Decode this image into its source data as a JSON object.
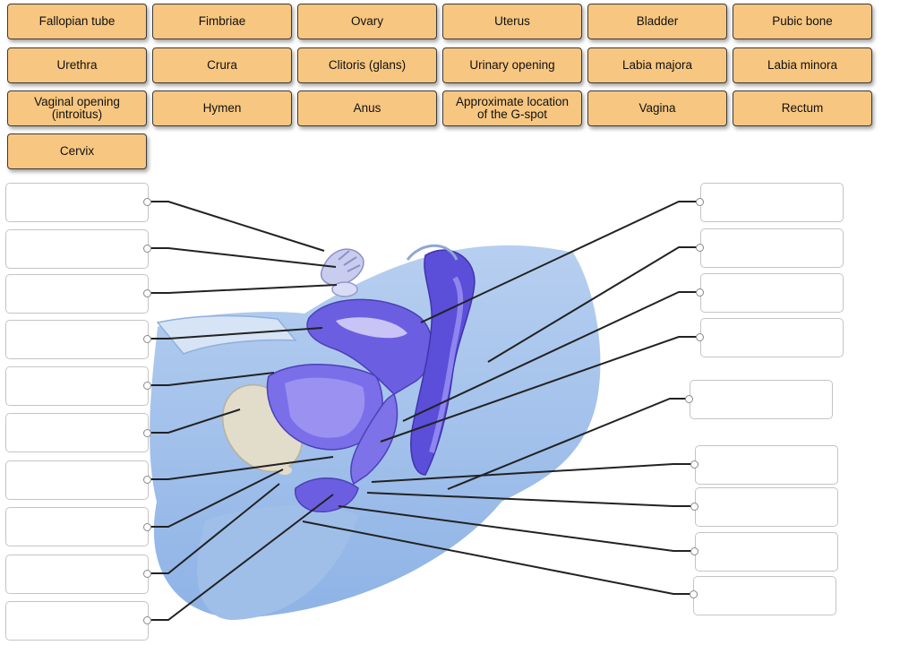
{
  "labels": [
    "Fallopian tube",
    "Fimbriae",
    "Ovary",
    "Uterus",
    "Bladder",
    "Pubic bone",
    "Urethra",
    "Crura",
    "Clitoris (glans)",
    "Urinary opening",
    "Labia majora",
    "Labia minora",
    "Vaginal opening\n(introitus)",
    "Hymen",
    "Anus",
    "Approximate location\nof the G-spot",
    "Vagina",
    "Rectum",
    "Cervix"
  ],
  "left_targets": [
    "",
    "",
    "",
    "",
    "",
    "",
    "",
    "",
    "",
    ""
  ],
  "right_targets": [
    "",
    "",
    "",
    "",
    "",
    "",
    "",
    "",
    "",
    ""
  ],
  "colors": {
    "chip_fill": "#f7c680",
    "anatomy_light_blue": "#a6c6ec",
    "anatomy_purple": "#6c5ee0",
    "bone": "#e2dccb"
  }
}
